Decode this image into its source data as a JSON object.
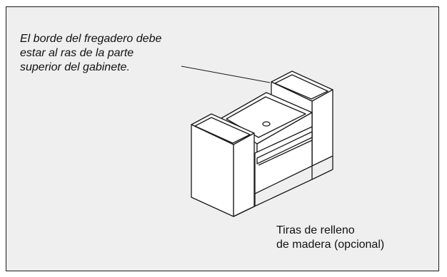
{
  "callout_top": {
    "lines": [
      "El borde del fregadero debe",
      "estar al ras de la parte",
      "superior del gabinete."
    ]
  },
  "callout_bottom": {
    "lines": [
      "Tiras de relleno",
      "de madera (opcional)"
    ]
  },
  "colors": {
    "panel": "#efefef",
    "ink": "#1a1a1a",
    "cabinet_fill": "#ffffff"
  }
}
